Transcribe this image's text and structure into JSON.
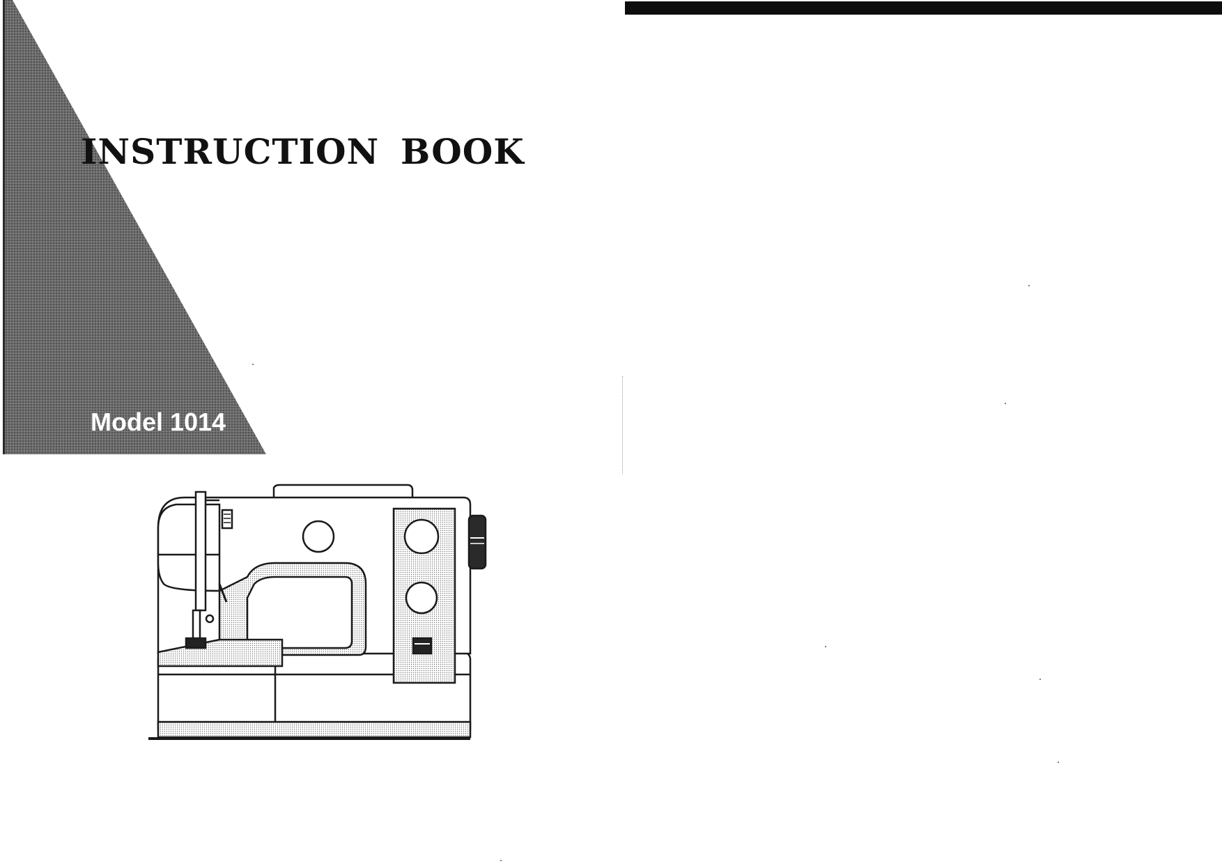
{
  "document": {
    "title_word_1": "INSTRUCTION",
    "title_word_2": "BOOK",
    "model_label": "Model 1014"
  },
  "illustration": {
    "subject": "sewing-machine-illustration"
  },
  "colors": {
    "ink": "#111111",
    "screen_tone": "#6e6e6e",
    "paper": "#ffffff"
  }
}
